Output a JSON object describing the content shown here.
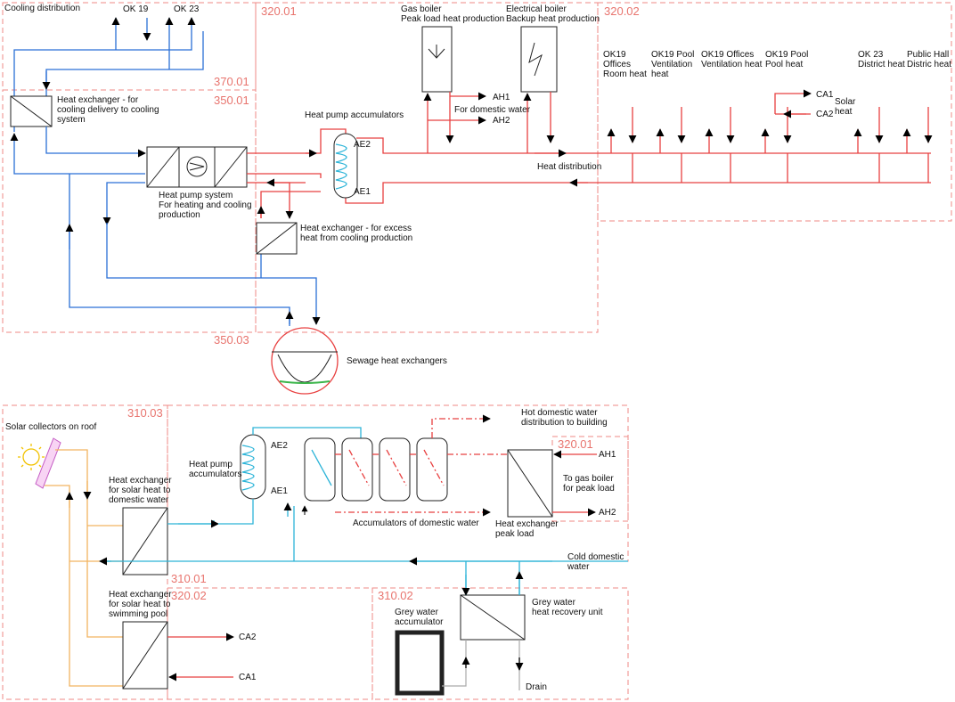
{
  "zones": {
    "z320_01_top": "320.01",
    "z320_02_top": "320.02",
    "z370_01": "370.01",
    "z350_01": "350.01",
    "z350_03": "350.03",
    "z310_03": "310.03",
    "z320_01_bottom": "320.01",
    "z310_01": "310.01",
    "z320_02_bottom": "320.02",
    "z310_02": "310.02"
  },
  "top": {
    "cooling_distribution": "Cooling distribution",
    "ok19": "OK 19",
    "ok23": "OK 23",
    "gas_boiler_1": "Gas boiler",
    "gas_boiler_2": "Peak load heat production",
    "elec_boiler_1": "Electrical boiler",
    "elec_boiler_2": "Backup heat production",
    "ah1": "AH1",
    "ah2": "AH2",
    "for_domestic_water": "For domestic water",
    "hx_cooling_1": "Heat exchanger - for",
    "hx_cooling_2": "cooling delivery to cooling",
    "hx_cooling_3": "system",
    "hp_accumulators": "Heat pump accumulators",
    "ae2": "AE2",
    "ae1": "AE1",
    "heat_distribution": "Heat distribution",
    "hp_system_1": "Heat pump system",
    "hp_system_2": "For heating and cooling",
    "hp_system_3": "production",
    "hx_excess_1": "Heat exchanger - for excess",
    "hx_excess_2": "heat from cooling production",
    "sewage": "Sewage heat exchangers",
    "ca1": "CA1",
    "ca2": "CA2",
    "solar_heat_1": "Solar",
    "solar_heat_2": "heat",
    "consumers": [
      [
        "OK19",
        "Offices",
        "Room heat"
      ],
      [
        "OK19 Pool",
        "Ventilation",
        "heat"
      ],
      [
        "OK19 Offices",
        "Ventilation heat",
        ""
      ],
      [
        "OK19 Pool",
        "Pool heat",
        ""
      ],
      [
        "OK 23",
        "District heat",
        ""
      ],
      [
        "Public Hall",
        "Distric heat",
        ""
      ]
    ]
  },
  "bottom": {
    "solar_collectors": "Solar collectors on roof",
    "hx_solar_dw_1": "Heat exchanger",
    "hx_solar_dw_2": "for solar heat to",
    "hx_solar_dw_3": "domestic water",
    "hp_acc_1": "Heat pump",
    "hp_acc_2": "accumulators",
    "ae2": "AE2",
    "ae1": "AE1",
    "hot_dw_1": "Hot domestic water",
    "hot_dw_2": "distribution to building",
    "ah1": "AH1",
    "ah2": "AH2",
    "to_gas_1": "To gas boiler",
    "to_gas_2": "for peak load",
    "acc_dw": "Accumulators of domestic water",
    "hx_peak_1": "Heat exchanger",
    "hx_peak_2": "peak load",
    "cold_dw_1": "Cold domestic",
    "cold_dw_2": "water",
    "hx_pool_1": "Heat exchanger",
    "hx_pool_2": "for solar heat to",
    "hx_pool_3": "swimming pool",
    "ca2": "CA2",
    "ca1": "CA1",
    "grey_acc_1": "Grey water",
    "grey_acc_2": "accumulator",
    "grey_hr_1": "Grey water",
    "grey_hr_2": "heat recovery unit",
    "drain": "Drain"
  }
}
